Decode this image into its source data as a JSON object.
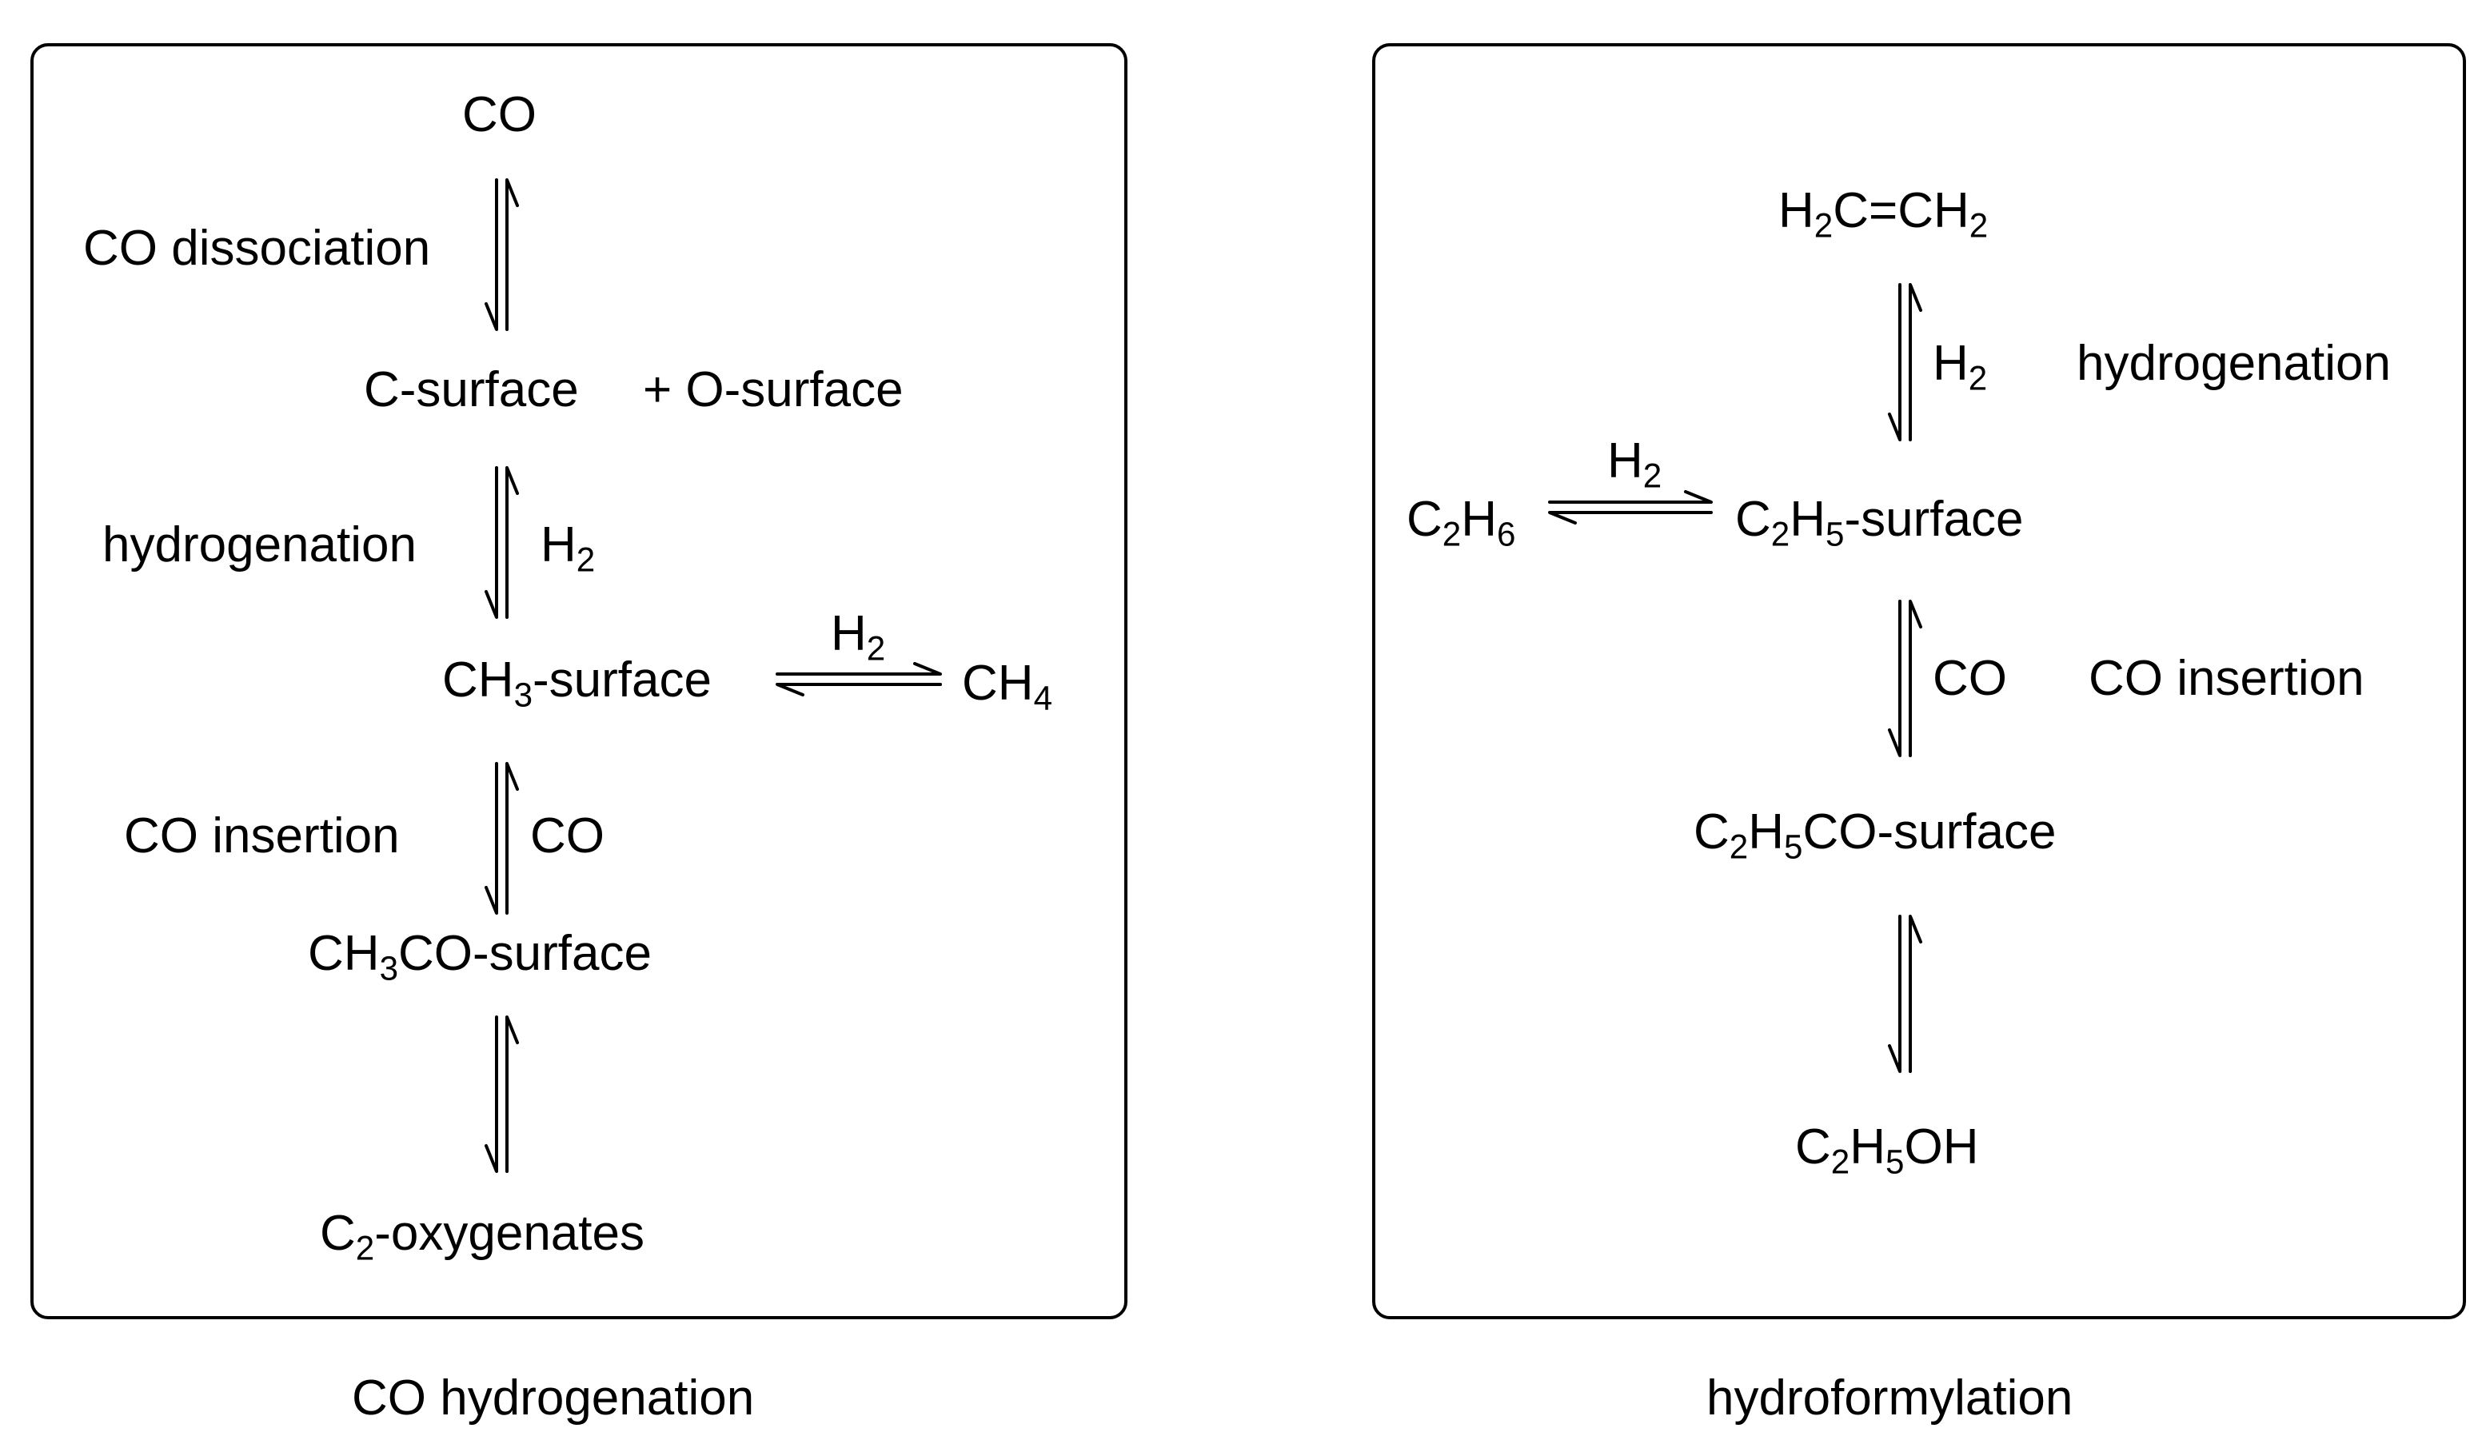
{
  "left_panel": {
    "caption": "CO hydrogenation",
    "co": "CO",
    "co_dissociation": "CO dissociation",
    "c_surface": "C-surface",
    "plus_o_surface": "+ O-surface",
    "hydrogenation": "hydrogenation",
    "h2_step2": {
      "main": "H",
      "sub": "2"
    },
    "ch3_surface": {
      "a": "CH",
      "sub": "3",
      "b": "-surface"
    },
    "h2_to_ch4": {
      "main": "H",
      "sub": "2"
    },
    "ch4": {
      "main": "CH",
      "sub": "4"
    },
    "co_insertion": "CO insertion",
    "co_step3": "CO",
    "ch3co_surface": {
      "a": "CH",
      "sub": "3",
      "b": "CO-surface"
    },
    "c2_oxygenates": {
      "a": "C",
      "sub": "2",
      "b": "-oxygenates"
    }
  },
  "right_panel": {
    "caption": "hydroformylation",
    "ethylene": {
      "a": "H",
      "s1": "2",
      "b": "C=CH",
      "s2": "2"
    },
    "h2_step1": {
      "main": "H",
      "sub": "2"
    },
    "hydrogenation": "hydrogenation",
    "h2_to_c2h6": {
      "main": "H",
      "sub": "2"
    },
    "c2h6": {
      "a": "C",
      "s1": "2",
      "b": "H",
      "s2": "6"
    },
    "c2h5_surface": {
      "a": "C",
      "s1": "2",
      "b": "H",
      "s2": "5",
      "c": "-surface"
    },
    "co_step2": "CO",
    "co_insertion": "CO insertion",
    "c2h5co_surface": {
      "a": "C",
      "s1": "2",
      "b": "H",
      "s2": "5",
      "c": "CO-surface"
    },
    "c2h5oh": {
      "a": "C",
      "s1": "2",
      "b": "H",
      "s2": "5",
      "c": "OH"
    }
  }
}
